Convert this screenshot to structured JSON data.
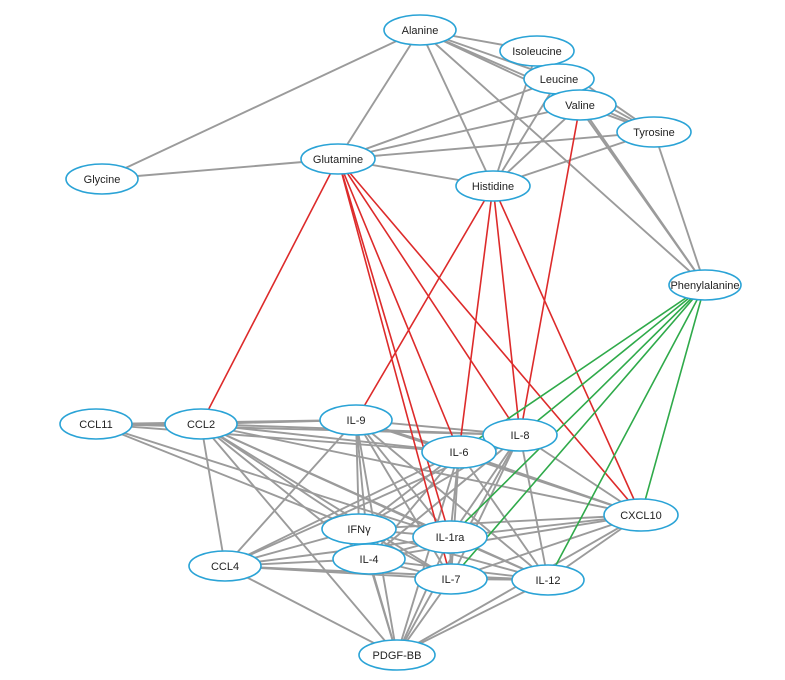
{
  "diagram": {
    "node_outline_color": "#2aa3d6",
    "node_fill_color": "#ffffff",
    "edge_colors": {
      "gray": "#9b9b9b",
      "red": "#dd2b2b",
      "green": "#2faa4a"
    },
    "nodes": [
      {
        "id": "alanine",
        "label": "Alanine"
      },
      {
        "id": "isoleucine",
        "label": "Isoleucine"
      },
      {
        "id": "leucine",
        "label": "Leucine"
      },
      {
        "id": "valine",
        "label": "Valine"
      },
      {
        "id": "tyrosine",
        "label": "Tyrosine"
      },
      {
        "id": "glutamine",
        "label": "Glutamine"
      },
      {
        "id": "histidine",
        "label": "Histidine"
      },
      {
        "id": "glycine",
        "label": "Glycine"
      },
      {
        "id": "phenylalanine",
        "label": "Phenylalanine"
      },
      {
        "id": "ccl11",
        "label": "CCL11"
      },
      {
        "id": "ccl2",
        "label": "CCL2"
      },
      {
        "id": "il9",
        "label": "IL-9"
      },
      {
        "id": "il8",
        "label": "IL-8"
      },
      {
        "id": "il6",
        "label": "IL-6"
      },
      {
        "id": "cxcl10",
        "label": "CXCL10"
      },
      {
        "id": "ifng",
        "label": "IFNγ"
      },
      {
        "id": "il1ra",
        "label": "IL-1ra"
      },
      {
        "id": "il4",
        "label": "IL-4"
      },
      {
        "id": "ccl4",
        "label": "CCL4"
      },
      {
        "id": "il7",
        "label": "IL-7"
      },
      {
        "id": "il12",
        "label": "IL-12"
      },
      {
        "id": "pdgfbb",
        "label": "PDGF-BB"
      }
    ],
    "edges": [
      {
        "source": "alanine",
        "target": "isoleucine",
        "color": "gray"
      },
      {
        "source": "alanine",
        "target": "leucine",
        "color": "gray"
      },
      {
        "source": "alanine",
        "target": "valine",
        "color": "gray"
      },
      {
        "source": "alanine",
        "target": "tyrosine",
        "color": "gray"
      },
      {
        "source": "alanine",
        "target": "glutamine",
        "color": "gray"
      },
      {
        "source": "alanine",
        "target": "histidine",
        "color": "gray"
      },
      {
        "source": "alanine",
        "target": "glycine",
        "color": "gray"
      },
      {
        "source": "alanine",
        "target": "phenylalanine",
        "color": "gray"
      },
      {
        "source": "isoleucine",
        "target": "leucine",
        "color": "gray"
      },
      {
        "source": "isoleucine",
        "target": "valine",
        "color": "gray"
      },
      {
        "source": "isoleucine",
        "target": "tyrosine",
        "color": "gray"
      },
      {
        "source": "leucine",
        "target": "valine",
        "color": "gray"
      },
      {
        "source": "leucine",
        "target": "tyrosine",
        "color": "gray"
      },
      {
        "source": "leucine",
        "target": "glutamine",
        "color": "gray"
      },
      {
        "source": "leucine",
        "target": "histidine",
        "color": "gray"
      },
      {
        "source": "leucine",
        "target": "phenylalanine",
        "color": "gray"
      },
      {
        "source": "valine",
        "target": "tyrosine",
        "color": "gray"
      },
      {
        "source": "valine",
        "target": "glutamine",
        "color": "gray"
      },
      {
        "source": "valine",
        "target": "histidine",
        "color": "gray"
      },
      {
        "source": "valine",
        "target": "phenylalanine",
        "color": "gray"
      },
      {
        "source": "tyrosine",
        "target": "histidine",
        "color": "gray"
      },
      {
        "source": "tyrosine",
        "target": "glutamine",
        "color": "gray"
      },
      {
        "source": "tyrosine",
        "target": "phenylalanine",
        "color": "gray"
      },
      {
        "source": "glutamine",
        "target": "histidine",
        "color": "gray"
      },
      {
        "source": "glutamine",
        "target": "glycine",
        "color": "gray"
      },
      {
        "source": "isoleucine",
        "target": "histidine",
        "color": "gray"
      },
      {
        "source": "glutamine",
        "target": "ccl2",
        "color": "red"
      },
      {
        "source": "glutamine",
        "target": "il6",
        "color": "red"
      },
      {
        "source": "glutamine",
        "target": "il8",
        "color": "red"
      },
      {
        "source": "glutamine",
        "target": "cxcl10",
        "color": "red"
      },
      {
        "source": "glutamine",
        "target": "il1ra",
        "color": "red"
      },
      {
        "source": "glutamine",
        "target": "il7",
        "color": "red"
      },
      {
        "source": "histidine",
        "target": "il9",
        "color": "red"
      },
      {
        "source": "histidine",
        "target": "il6",
        "color": "red"
      },
      {
        "source": "histidine",
        "target": "il8",
        "color": "red"
      },
      {
        "source": "histidine",
        "target": "cxcl10",
        "color": "red"
      },
      {
        "source": "valine",
        "target": "il8",
        "color": "red"
      },
      {
        "source": "phenylalanine",
        "target": "il8",
        "color": "green"
      },
      {
        "source": "phenylalanine",
        "target": "il6",
        "color": "green"
      },
      {
        "source": "phenylalanine",
        "target": "il1ra",
        "color": "green"
      },
      {
        "source": "phenylalanine",
        "target": "il7",
        "color": "green"
      },
      {
        "source": "phenylalanine",
        "target": "il12",
        "color": "green"
      },
      {
        "source": "phenylalanine",
        "target": "cxcl10",
        "color": "green"
      },
      {
        "source": "ccl11",
        "target": "ccl2",
        "color": "gray"
      },
      {
        "source": "ccl11",
        "target": "il9",
        "color": "gray"
      },
      {
        "source": "ccl11",
        "target": "il6",
        "color": "gray"
      },
      {
        "source": "ccl11",
        "target": "il8",
        "color": "gray"
      },
      {
        "source": "ccl11",
        "target": "ifng",
        "color": "gray"
      },
      {
        "source": "ccl11",
        "target": "il1ra",
        "color": "gray"
      },
      {
        "source": "ccl2",
        "target": "il9",
        "color": "gray"
      },
      {
        "source": "ccl2",
        "target": "il6",
        "color": "gray"
      },
      {
        "source": "ccl2",
        "target": "il8",
        "color": "gray"
      },
      {
        "source": "ccl2",
        "target": "cxcl10",
        "color": "gray"
      },
      {
        "source": "ccl2",
        "target": "ifng",
        "color": "gray"
      },
      {
        "source": "ccl2",
        "target": "il1ra",
        "color": "gray"
      },
      {
        "source": "ccl2",
        "target": "il4",
        "color": "gray"
      },
      {
        "source": "ccl2",
        "target": "ccl4",
        "color": "gray"
      },
      {
        "source": "ccl2",
        "target": "il7",
        "color": "gray"
      },
      {
        "source": "ccl2",
        "target": "il12",
        "color": "gray"
      },
      {
        "source": "ccl2",
        "target": "pdgfbb",
        "color": "gray"
      },
      {
        "source": "il9",
        "target": "il6",
        "color": "gray"
      },
      {
        "source": "il9",
        "target": "il8",
        "color": "gray"
      },
      {
        "source": "il9",
        "target": "cxcl10",
        "color": "gray"
      },
      {
        "source": "il9",
        "target": "ifng",
        "color": "gray"
      },
      {
        "source": "il9",
        "target": "il1ra",
        "color": "gray"
      },
      {
        "source": "il9",
        "target": "il4",
        "color": "gray"
      },
      {
        "source": "il9",
        "target": "ccl4",
        "color": "gray"
      },
      {
        "source": "il9",
        "target": "il7",
        "color": "gray"
      },
      {
        "source": "il9",
        "target": "il12",
        "color": "gray"
      },
      {
        "source": "il9",
        "target": "pdgfbb",
        "color": "gray"
      },
      {
        "source": "il8",
        "target": "il6",
        "color": "gray"
      },
      {
        "source": "il8",
        "target": "cxcl10",
        "color": "gray"
      },
      {
        "source": "il8",
        "target": "ifng",
        "color": "gray"
      },
      {
        "source": "il8",
        "target": "il1ra",
        "color": "gray"
      },
      {
        "source": "il8",
        "target": "il4",
        "color": "gray"
      },
      {
        "source": "il8",
        "target": "ccl4",
        "color": "gray"
      },
      {
        "source": "il8",
        "target": "il7",
        "color": "gray"
      },
      {
        "source": "il8",
        "target": "il12",
        "color": "gray"
      },
      {
        "source": "il8",
        "target": "pdgfbb",
        "color": "gray"
      },
      {
        "source": "il6",
        "target": "cxcl10",
        "color": "gray"
      },
      {
        "source": "il6",
        "target": "ifng",
        "color": "gray"
      },
      {
        "source": "il6",
        "target": "il1ra",
        "color": "gray"
      },
      {
        "source": "il6",
        "target": "il4",
        "color": "gray"
      },
      {
        "source": "il6",
        "target": "ccl4",
        "color": "gray"
      },
      {
        "source": "il6",
        "target": "il7",
        "color": "gray"
      },
      {
        "source": "il6",
        "target": "il12",
        "color": "gray"
      },
      {
        "source": "il6",
        "target": "pdgfbb",
        "color": "gray"
      },
      {
        "source": "cxcl10",
        "target": "ifng",
        "color": "gray"
      },
      {
        "source": "cxcl10",
        "target": "il1ra",
        "color": "gray"
      },
      {
        "source": "cxcl10",
        "target": "il4",
        "color": "gray"
      },
      {
        "source": "cxcl10",
        "target": "il7",
        "color": "gray"
      },
      {
        "source": "cxcl10",
        "target": "il12",
        "color": "gray"
      },
      {
        "source": "cxcl10",
        "target": "pdgfbb",
        "color": "gray"
      },
      {
        "source": "ifng",
        "target": "il1ra",
        "color": "gray"
      },
      {
        "source": "ifng",
        "target": "il4",
        "color": "gray"
      },
      {
        "source": "ifng",
        "target": "ccl4",
        "color": "gray"
      },
      {
        "source": "ifng",
        "target": "il7",
        "color": "gray"
      },
      {
        "source": "ifng",
        "target": "il12",
        "color": "gray"
      },
      {
        "source": "ifng",
        "target": "pdgfbb",
        "color": "gray"
      },
      {
        "source": "il1ra",
        "target": "il4",
        "color": "gray"
      },
      {
        "source": "il1ra",
        "target": "ccl4",
        "color": "gray"
      },
      {
        "source": "il1ra",
        "target": "il7",
        "color": "gray"
      },
      {
        "source": "il1ra",
        "target": "il12",
        "color": "gray"
      },
      {
        "source": "il1ra",
        "target": "pdgfbb",
        "color": "gray"
      },
      {
        "source": "il4",
        "target": "ccl4",
        "color": "gray"
      },
      {
        "source": "il4",
        "target": "il7",
        "color": "gray"
      },
      {
        "source": "il4",
        "target": "il12",
        "color": "gray"
      },
      {
        "source": "il4",
        "target": "pdgfbb",
        "color": "gray"
      },
      {
        "source": "ccl4",
        "target": "il7",
        "color": "gray"
      },
      {
        "source": "ccl4",
        "target": "il12",
        "color": "gray"
      },
      {
        "source": "ccl4",
        "target": "pdgfbb",
        "color": "gray"
      },
      {
        "source": "il7",
        "target": "il12",
        "color": "gray"
      },
      {
        "source": "il7",
        "target": "pdgfbb",
        "color": "gray"
      },
      {
        "source": "il12",
        "target": "pdgfbb",
        "color": "gray"
      }
    ]
  }
}
